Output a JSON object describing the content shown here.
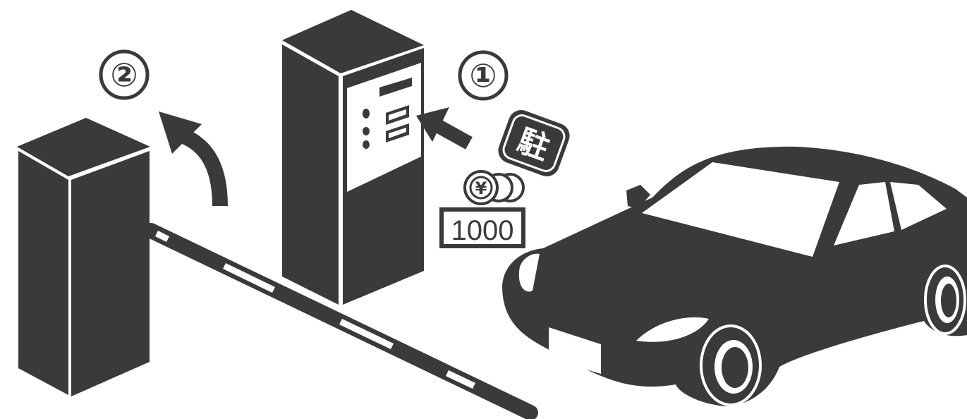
{
  "step_labels": {
    "pay": "①",
    "exit": "②"
  },
  "ticket_stamp": "駐",
  "coin_symbol": "¥",
  "banknote_value": "1000",
  "colors": {
    "fill": "#3a3a3a",
    "background": "#ffffff"
  }
}
